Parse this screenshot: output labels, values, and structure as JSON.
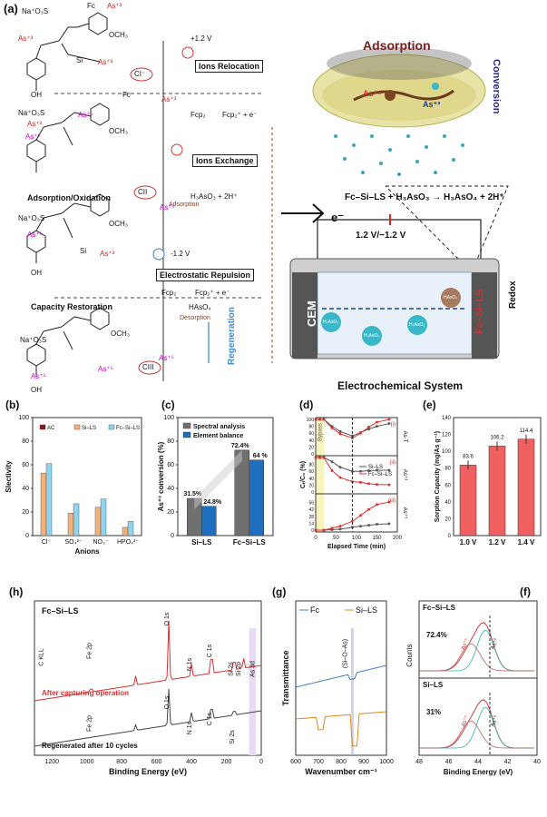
{
  "panel_a": {
    "letter": "(a)",
    "chem": {
      "naso3s": "Na⁺O₃S",
      "oh": "OH",
      "och3": "OCH₃",
      "fc": "Fc",
      "si": "Si",
      "as3": "As⁺³",
      "as5": "As⁺⁵",
      "cl_i": "CI⁻",
      "cl_ii": "CII",
      "cl_iii": "CIII",
      "fcp2": "Fcp₂",
      "fcp2_plus": "Fcp₂⁺ + e⁻",
      "h3aso3": "H₃AsO₃ + 2H⁺",
      "haso4": "HAsO₄",
      "adsorption_arrow": "Adsorption",
      "desorption_arrow": "Desorption"
    },
    "steps": {
      "v1": "+1.2 V",
      "ions_relocation": "Ions Relocation",
      "ions_exchange": "Ions Exchange",
      "adsorption_oxidation": "Adsorption/Oxidation",
      "v2": "-1.2 V",
      "electrostatic_repulsion": "Electrostatic Repulsion",
      "capacity_restoration": "Capacity Restoration",
      "regeneration": "Regeneration"
    },
    "right": {
      "adsorption": "Adsorption",
      "conversion": "Conversion",
      "as3": "As⁺³",
      "as5": "As⁺⁵",
      "equation": "Fc–Si–LS + H₃AsO₃ → H₃AsO₄ + 2H⁺",
      "e_minus": "e⁻",
      "voltage": "1.2 V/−1.2 V",
      "cem": "CEM",
      "fc_si_ls": "Fc–Si–LS",
      "redox": "Redox",
      "h3aso3": "H₃AsO₃",
      "haso4": "HAsO₄",
      "system": "Electrochemical System"
    }
  },
  "chart_data": [
    {
      "panel": "(b)",
      "type": "bar",
      "ylabel": "Slectivity",
      "xlabel": "Anions",
      "ylim": [
        0,
        100
      ],
      "yticks": [
        0,
        20,
        40,
        60,
        80,
        100
      ],
      "categories": [
        "Cl⁻",
        "SO₄²⁻",
        "NO₃⁻",
        "HPO₄²⁻"
      ],
      "series": [
        {
          "name": "AC",
          "color": "#8b1a1a",
          "values": [
            0,
            0,
            0,
            0
          ]
        },
        {
          "name": "Si–LS",
          "color": "#f2b27a",
          "values": [
            53,
            19,
            24,
            7
          ]
        },
        {
          "name": "Fc–Si–LS",
          "color": "#8fd3ee",
          "values": [
            61,
            27,
            31,
            12
          ]
        }
      ],
      "legend": "top"
    },
    {
      "panel": "(c)",
      "type": "bar",
      "ylabel": "As⁺³ conversion (%)",
      "ylim": [
        0,
        100
      ],
      "yticks": [
        0,
        20,
        40,
        60,
        80,
        100
      ],
      "categories": [
        "Si–LS",
        "Fc–Si–LS"
      ],
      "series": [
        {
          "name": "Spectral analysis",
          "color": "#707070",
          "values": [
            31.5,
            72.4
          ],
          "labels": [
            "31.5%",
            "72.4%"
          ]
        },
        {
          "name": "Element balance",
          "color": "#1f6fbf",
          "values": [
            24.8,
            64
          ],
          "labels": [
            "24.8%",
            "64 %"
          ]
        }
      ],
      "legend": "top-left"
    },
    {
      "panel": "(d)",
      "type": "line",
      "ylabel": "Cₜ/C₀ (%)",
      "xlabel": "Elapsed Time (min)",
      "xlim": [
        0,
        200
      ],
      "xticks": [
        0,
        50,
        100,
        150,
        200
      ],
      "bypass_label": "Bypass",
      "bypass_range": [
        0,
        20
      ],
      "dashed_x": 90,
      "subplots": [
        {
          "id": "(i)",
          "side": "As-T",
          "ylim": [
            0,
            100
          ],
          "yticks": [
            0,
            20,
            40,
            60,
            80,
            100
          ],
          "series": [
            {
              "name": "Si–LS",
              "color": "#555555",
              "x": [
                0,
                10,
                20,
                40,
                60,
                90,
                110,
                130,
                150,
                180
              ],
              "y": [
                100,
                100,
                100,
                80,
                65,
                52,
                62,
                72,
                80,
                88
              ]
            },
            {
              "name": "Fc–Si–LS",
              "color": "#e03030",
              "x": [
                0,
                10,
                20,
                40,
                60,
                90,
                110,
                130,
                150,
                180
              ],
              "y": [
                100,
                100,
                100,
                75,
                58,
                46,
                60,
                78,
                92,
                100
              ]
            }
          ]
        },
        {
          "id": "(ii)",
          "side": "As⁺³",
          "ylim": [
            0,
            100
          ],
          "yticks": [
            0,
            20,
            40,
            60,
            80,
            100
          ],
          "series": [
            {
              "name": "Si–LS",
              "color": "#555555",
              "x": [
                0,
                10,
                20,
                40,
                60,
                90,
                110,
                130,
                150,
                180
              ],
              "y": [
                100,
                100,
                100,
                88,
                72,
                60,
                60,
                62,
                63,
                63
              ]
            },
            {
              "name": "Fc–Si–LS",
              "color": "#e03030",
              "x": [
                0,
                10,
                20,
                40,
                60,
                90,
                110,
                130,
                150,
                180
              ],
              "y": [
                100,
                100,
                100,
                62,
                42,
                30,
                28,
                24,
                22,
                21
              ]
            }
          ]
        },
        {
          "id": "(iii)",
          "side": "As⁺⁵",
          "ylim": [
            0,
            70
          ],
          "yticks": [
            0,
            14,
            28,
            42,
            56,
            70
          ],
          "series": [
            {
              "name": "Si–LS",
              "color": "#555555",
              "x": [
                0,
                20,
                40,
                60,
                90,
                110,
                130,
                150,
                180
              ],
              "y": [
                0,
                0,
                1,
                2,
                6,
                8,
                10,
                12,
                13
              ]
            },
            {
              "name": "Fc–Si–LS",
              "color": "#e03030",
              "x": [
                0,
                20,
                40,
                60,
                90,
                110,
                130,
                150,
                180
              ],
              "y": [
                0,
                0,
                4,
                8,
                18,
                30,
                42,
                52,
                57
              ]
            }
          ]
        }
      ]
    },
    {
      "panel": "(e)",
      "type": "bar",
      "ylabel": "Sorption Capacity (mg/As g⁻¹)",
      "ylim": [
        0,
        140
      ],
      "yticks": [
        0,
        20,
        40,
        60,
        80,
        100,
        120,
        140
      ],
      "categories": [
        "1.0 V",
        "1.2 V",
        "1.4 V"
      ],
      "series": [
        {
          "color": "#f06060",
          "values": [
            83.6,
            106.2,
            114.4
          ],
          "labels": [
            "83.6",
            "106.2",
            "114.4"
          ]
        }
      ]
    },
    {
      "panel": "(h)",
      "type": "line",
      "title": "Fc–Si–LS",
      "xlabel": "Binding Energy (eV)",
      "xlim": [
        1300,
        0
      ],
      "xticks": [
        1200,
        1000,
        800,
        600,
        400,
        200,
        0
      ],
      "series": [
        {
          "name": "After capturing operation",
          "color": "#d93030"
        },
        {
          "name": "Regenerated after 10 cycles",
          "color": "#444444"
        }
      ],
      "peaks_top": [
        "C KLL",
        "Fe 2p",
        "O 1s",
        "N 1s",
        "C 1s",
        "Si 2s",
        "Si 2p",
        "As 3d"
      ],
      "peaks_bottom": [
        "Fe 2p",
        "O 1s",
        "N 1s",
        "C 1s",
        "Si 2s"
      ]
    },
    {
      "panel": "(g)",
      "type": "line",
      "ylabel": "Transmittance",
      "xlabel": "Wavenumber cm⁻¹",
      "xlim": [
        600,
        1000
      ],
      "xticks": [
        600,
        700,
        800,
        900,
        1000
      ],
      "annotation": "(Si–O–As)",
      "series": [
        {
          "name": "Fc",
          "color": "#3a7fc8"
        },
        {
          "name": "Si–LS",
          "color": "#e08a20"
        }
      ]
    },
    {
      "panel": "(f)",
      "type": "line",
      "ylabel": "Counts",
      "xlabel": "Binding Energy (eV)",
      "xlim": [
        48,
        40
      ],
      "xticks": [
        48,
        46,
        44,
        42,
        40
      ],
      "subplots": [
        {
          "title": "Fc–Si–LS",
          "percent": "72.4%",
          "peaks": [
            "As⁺⁵",
            "As⁺³"
          ]
        },
        {
          "title": "Si–LS",
          "percent": "31%",
          "peaks": [
            "As⁺⁵",
            "As⁺³"
          ]
        }
      ]
    }
  ]
}
